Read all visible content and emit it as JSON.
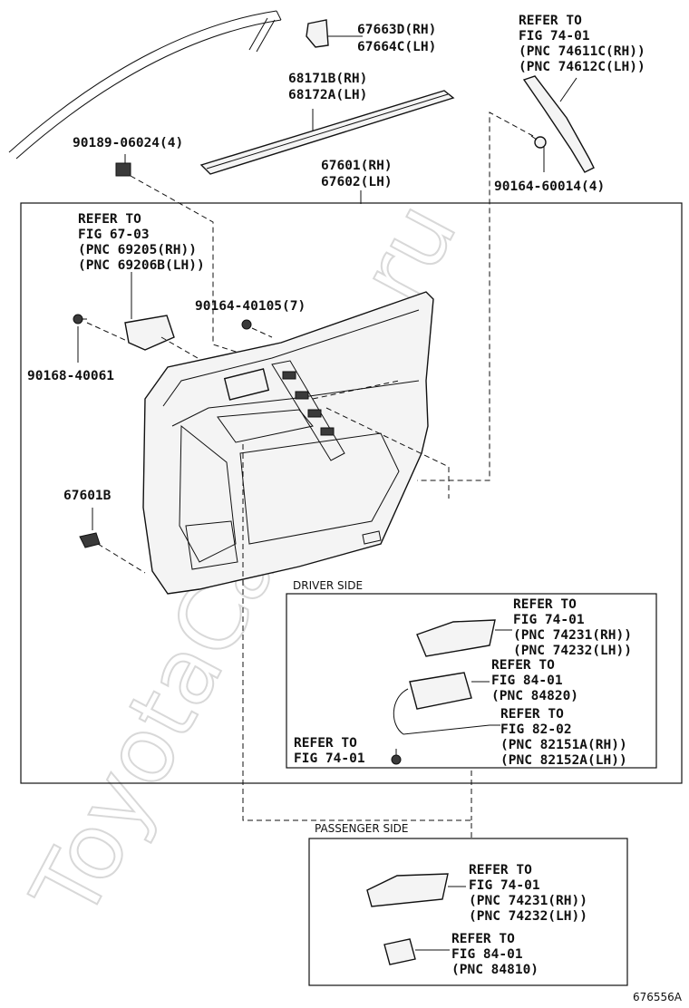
{
  "watermark": "ToyotaCarMine.ru",
  "diagram_id": "676556A",
  "labels": {
    "p67663": [
      "67663D(RH)",
      "67664C(LH)"
    ],
    "p68171": [
      "68171B(RH)",
      "68172A(LH)"
    ],
    "p90189": "90189-06024(4)",
    "p67601": [
      "67601(RH)",
      "67602(LH)"
    ],
    "ref7461": [
      "REFER TO",
      "FIG 74-01",
      "(PNC 74611C(RH))",
      "(PNC 74612C(LH))"
    ],
    "p90164_6": "90164-60014(4)",
    "ref6703": [
      "REFER TO",
      "FIG 67-03",
      "(PNC 69205(RH))",
      "(PNC 69206B(LH))"
    ],
    "p90164_4": "90164-40105(7)",
    "p90168": "90168-40061",
    "p67601b": "67601B"
  },
  "driver_side": {
    "title": "DRIVER SIDE",
    "ref_a": [
      "REFER TO",
      "FIG 74-01",
      "(PNC 74231(RH))",
      "(PNC 74232(LH))"
    ],
    "ref_b": [
      "REFER TO",
      "FIG 84-01",
      "(PNC 84820)"
    ],
    "ref_c": [
      "REFER TO",
      "FIG 82-02",
      "(PNC 82151A(RH))",
      "(PNC 82152A(LH))"
    ],
    "ref_d": [
      "REFER TO",
      "FIG 74-01"
    ]
  },
  "passenger_side": {
    "title": "PASSENGER SIDE",
    "ref_a": [
      "REFER TO",
      "FIG 74-01",
      "(PNC 74231(RH))",
      "(PNC 74232(LH))"
    ],
    "ref_b": [
      "REFER TO",
      "FIG 84-01",
      "(PNC 84810)"
    ]
  }
}
